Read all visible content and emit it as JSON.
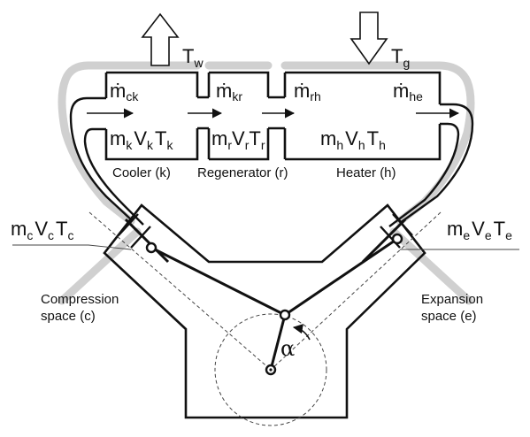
{
  "labels": {
    "tw": {
      "main": "T",
      "sub": "w"
    },
    "tg": {
      "main": "T",
      "sub": "g"
    },
    "m_ck": {
      "dot": "ṁ",
      "sub": "ck"
    },
    "m_kr": {
      "dot": "ṁ",
      "sub": "kr"
    },
    "m_rh": {
      "dot": "ṁ",
      "sub": "rh"
    },
    "m_he": {
      "dot": "ṁ",
      "sub": "he"
    },
    "cooler_state": {
      "m": "m",
      "ms": "k",
      "v": "V",
      "vs": "k",
      "t": "T",
      "ts": "k"
    },
    "regen_state": {
      "m": "m",
      "ms": "r",
      "v": "V",
      "vs": "r",
      "t": "T",
      "ts": "r"
    },
    "heater_state": {
      "m": "m",
      "ms": "h",
      "v": "V",
      "vs": "h",
      "t": "T",
      "ts": "h"
    },
    "comp_state": {
      "m": "m",
      "ms": "c",
      "v": "V",
      "vs": "c",
      "t": "T",
      "ts": "c"
    },
    "exp_state": {
      "m": "m",
      "ms": "e",
      "v": "V",
      "vs": "e",
      "t": "T",
      "ts": "e"
    },
    "cooler": "Cooler (k)",
    "regenerator": "Regenerator (r)",
    "heater": "Heater (h)",
    "compression_1": "Compression",
    "compression_2": "space (c)",
    "expansion_1": "Expansion",
    "expansion_2": "space (e)",
    "alpha": "α"
  }
}
